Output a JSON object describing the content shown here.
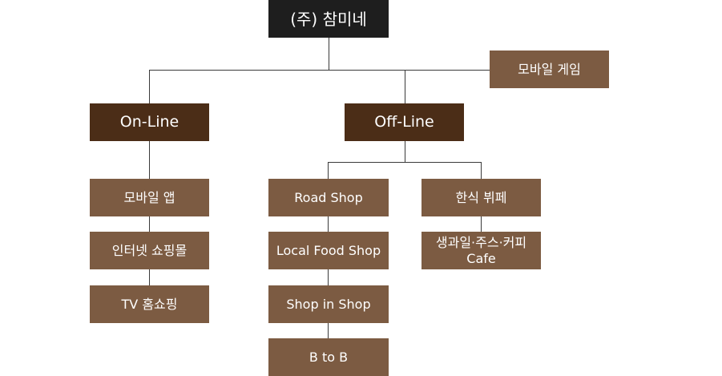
{
  "root": {
    "label": "(주) 참미네"
  },
  "side_branch": {
    "label": "모바일 게임"
  },
  "online": {
    "label": "On-Line",
    "items": [
      "모바일 앱",
      "인터넷 쇼핑몰",
      "TV 홈쇼핑"
    ]
  },
  "offline": {
    "label": "Off-Line",
    "shop_items": [
      "Road Shop",
      "Local Food Shop",
      "Shop in Shop",
      "B to B"
    ],
    "buffet": {
      "label": "한식 뷔페",
      "child_line1": "생과일·주스·커피",
      "child_line2": "Cafe"
    }
  },
  "colors": {
    "root": "#1e1e1e",
    "category": "#4b2d17",
    "item": "#7c5b42",
    "connector": "#3a3a3a"
  }
}
